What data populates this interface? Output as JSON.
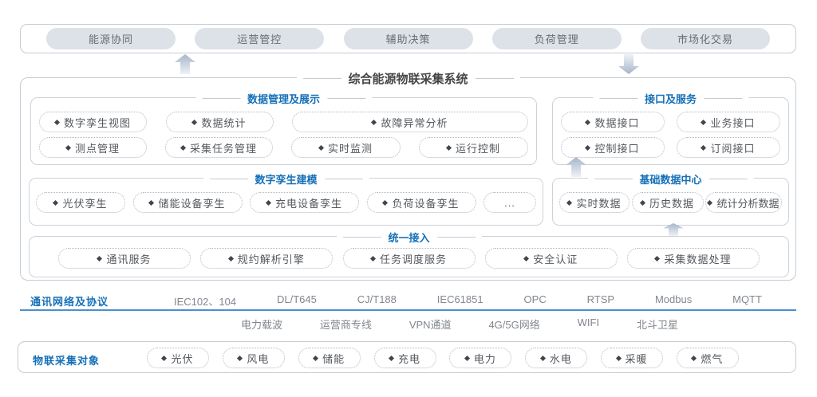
{
  "colors": {
    "accent": "#1570b8",
    "line_blue": "#4a90d0"
  },
  "top_banner": {
    "items": [
      "能源协同",
      "运营管控",
      "辅助决策",
      "负荷管理",
      "市场化交易"
    ]
  },
  "main": {
    "title": "综合能源物联采集系统",
    "data_mgmt": {
      "title": "数据管理及展示",
      "row1": [
        "数字孪生视图",
        "数据统计",
        "故障异常分析"
      ],
      "row2": [
        "测点管理",
        "采集任务管理",
        "实时监测",
        "运行控制"
      ]
    },
    "interfaces": {
      "title": "接口及服务",
      "row1": [
        "数据接口",
        "业务接口"
      ],
      "row2": [
        "控制接口",
        "订阅接口"
      ]
    },
    "twin": {
      "title": "数字孪生建模",
      "items": [
        "光伏孪生",
        "储能设备孪生",
        "充电设备孪生",
        "负荷设备孪生",
        "..."
      ]
    },
    "data_center": {
      "title": "基础数据中心",
      "items": [
        "实时数据",
        "历史数据",
        "统计分析数据"
      ]
    },
    "access": {
      "title": "统一接入",
      "items": [
        "通讯服务",
        "规约解析引擎",
        "任务调度服务",
        "安全认证",
        "采集数据处理"
      ]
    }
  },
  "network": {
    "label": "通讯网络及协议",
    "protocols": [
      "IEC102、104",
      "DL/T645",
      "CJ/T188",
      "IEC61851",
      "OPC",
      "RTSP",
      "Modbus",
      "MQTT"
    ],
    "channels": [
      "电力载波",
      "运营商专线",
      "VPN通道",
      "4G/5G网络",
      "WIFI",
      "北斗卫星"
    ]
  },
  "objects": {
    "label": "物联采集对象",
    "items": [
      "光伏",
      "风电",
      "储能",
      "充电",
      "电力",
      "水电",
      "采暖",
      "燃气"
    ]
  }
}
